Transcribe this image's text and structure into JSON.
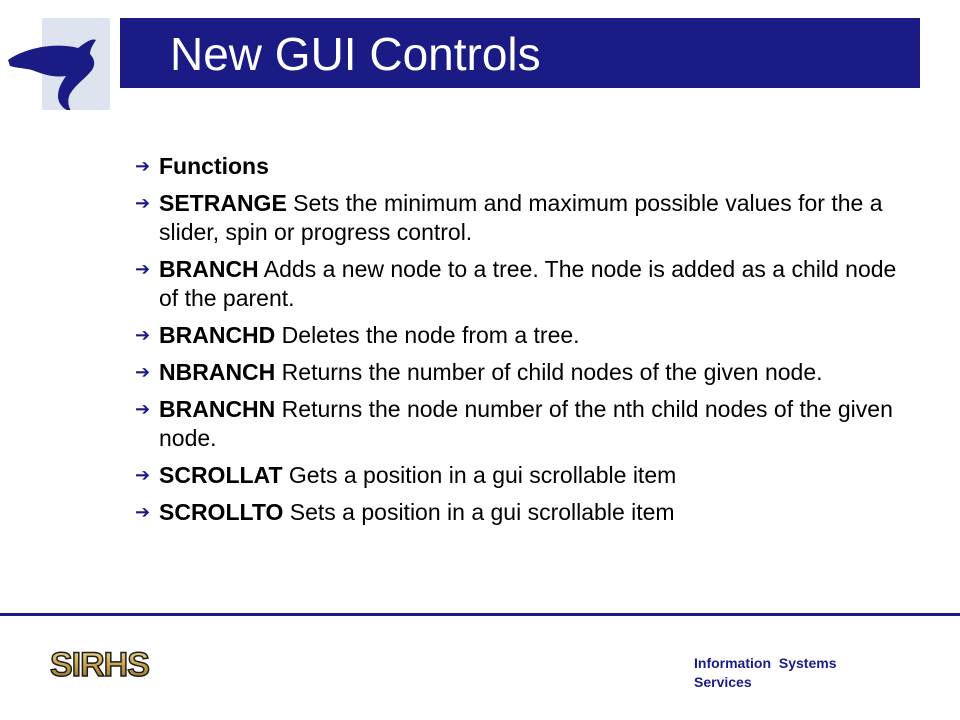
{
  "slide": {
    "title": "New GUI Controls",
    "colors": {
      "accent": "#1b1b86",
      "logo_bg": "#dde4f0"
    }
  },
  "bullets": [
    {
      "keyword": "Functions",
      "text": ""
    },
    {
      "keyword": "SETRANGE",
      "text": " Sets the minimum and maximum possible values for the a slider, spin or progress control."
    },
    {
      "keyword": "BRANCH",
      "text": " Adds a new node to a tree. The node is added as a child node of the parent."
    },
    {
      "keyword": "BRANCHD",
      "text": " Deletes the node from a tree."
    },
    {
      "keyword": "NBRANCH",
      "text": " Returns the number of child nodes of the given node."
    },
    {
      "keyword": "BRANCHN",
      "text": " Returns the node number of the nth child nodes of the given node."
    },
    {
      "keyword": "SCROLLAT",
      "text": " Gets a position in a gui scrollable item"
    },
    {
      "keyword": "SCROLLTO",
      "text": " Sets a position in a gui scrollable item"
    }
  ],
  "footer": {
    "logo_text": "SIRHS",
    "org_line1": "Information  Systems",
    "org_line2": "Services"
  },
  "icons": {
    "bullet": "arrow-right-icon",
    "logo": "dolphin-icon"
  }
}
